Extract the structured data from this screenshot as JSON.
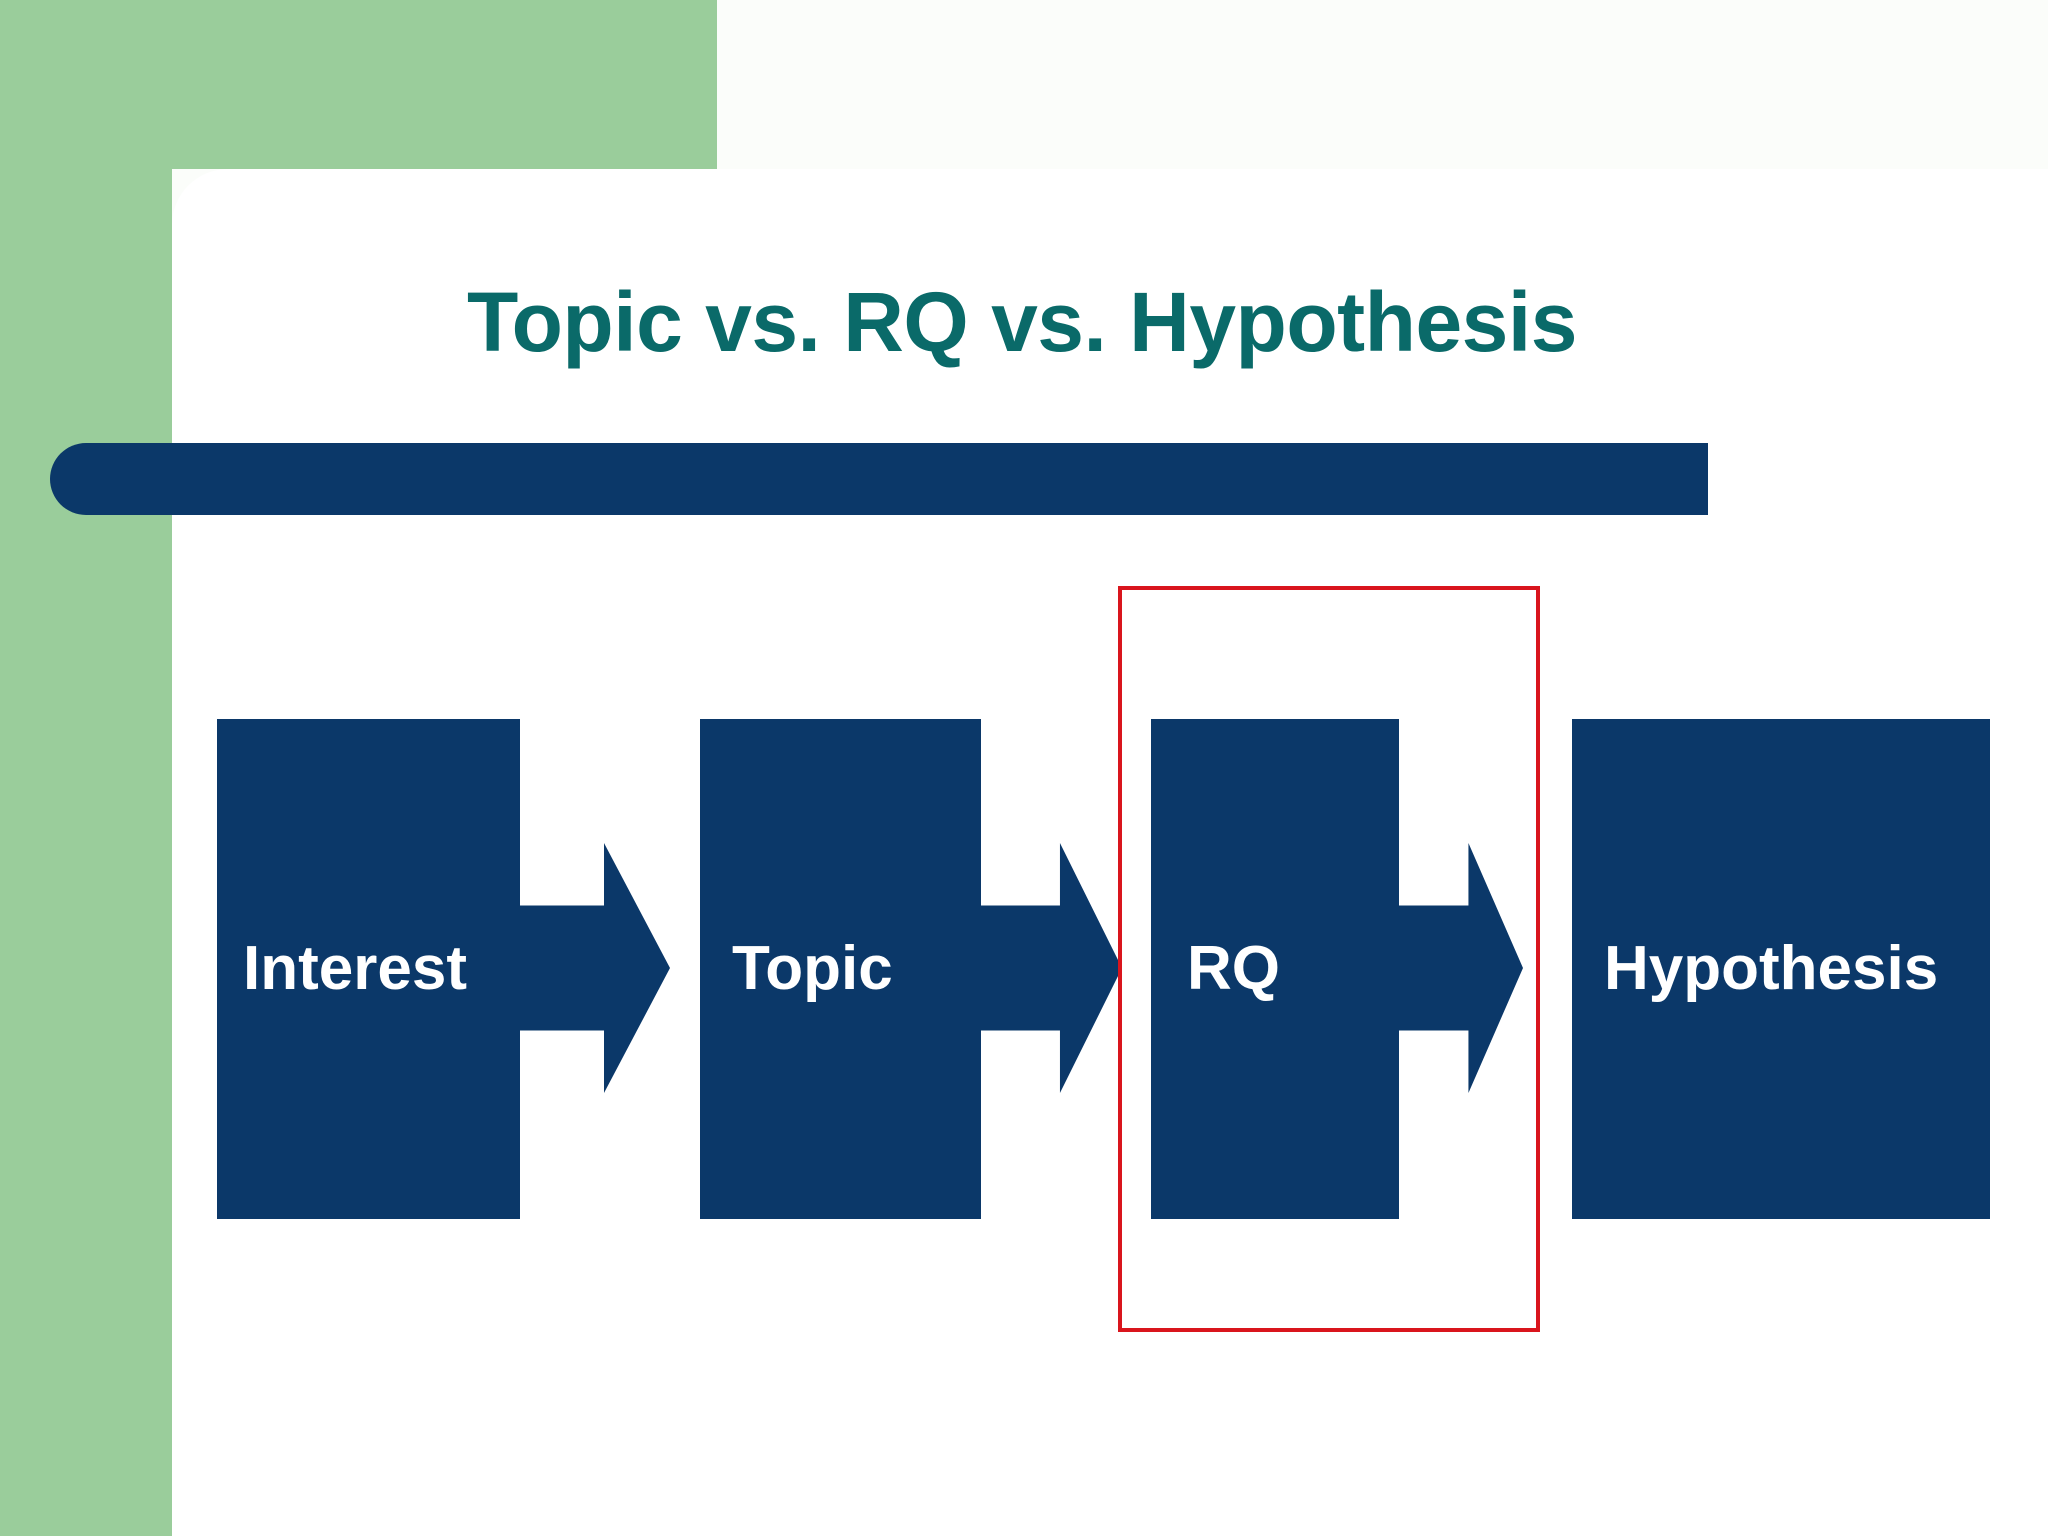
{
  "slide": {
    "title": "Topic vs. RQ vs. Hypothesis",
    "theme": {
      "accent_green": "#9acd9b",
      "title_teal": "#0a6a69",
      "navy": "#0b3869",
      "highlight_red": "#d9151d",
      "card_white": "#ffffff",
      "background": "#fbfdfa"
    }
  },
  "process": {
    "steps": [
      {
        "label": "Interest",
        "highlighted": false
      },
      {
        "label": "Topic",
        "highlighted": false
      },
      {
        "label": "RQ",
        "highlighted": true
      },
      {
        "label": "Hypothesis",
        "highlighted": false
      }
    ],
    "connectors": [
      {
        "from": "Interest",
        "to": "Topic",
        "glyph": "arrow-right"
      },
      {
        "from": "Topic",
        "to": "RQ",
        "glyph": "arrow-right"
      },
      {
        "from": "RQ",
        "to": "Hypothesis",
        "glyph": "arrow-right"
      }
    ],
    "highlight": {
      "target": "RQ",
      "color": "#d9151d",
      "style": "rectangle-outline"
    }
  }
}
